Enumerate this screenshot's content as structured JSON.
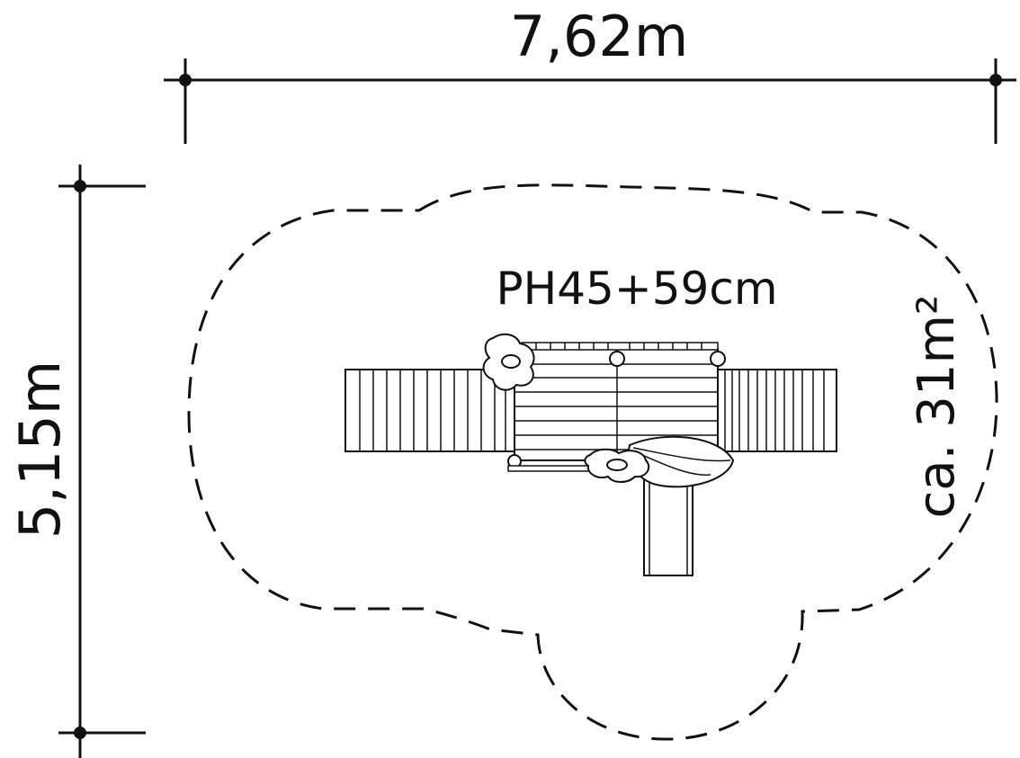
{
  "dimensions": {
    "width_label": "7,62m",
    "depth_label": "5,15m"
  },
  "equipment": {
    "platform_height_label": "PH45+59cm"
  },
  "safety_area": {
    "area_label": "ca. 31m²"
  },
  "colors": {
    "line": "#111111",
    "background": "#ffffff"
  }
}
